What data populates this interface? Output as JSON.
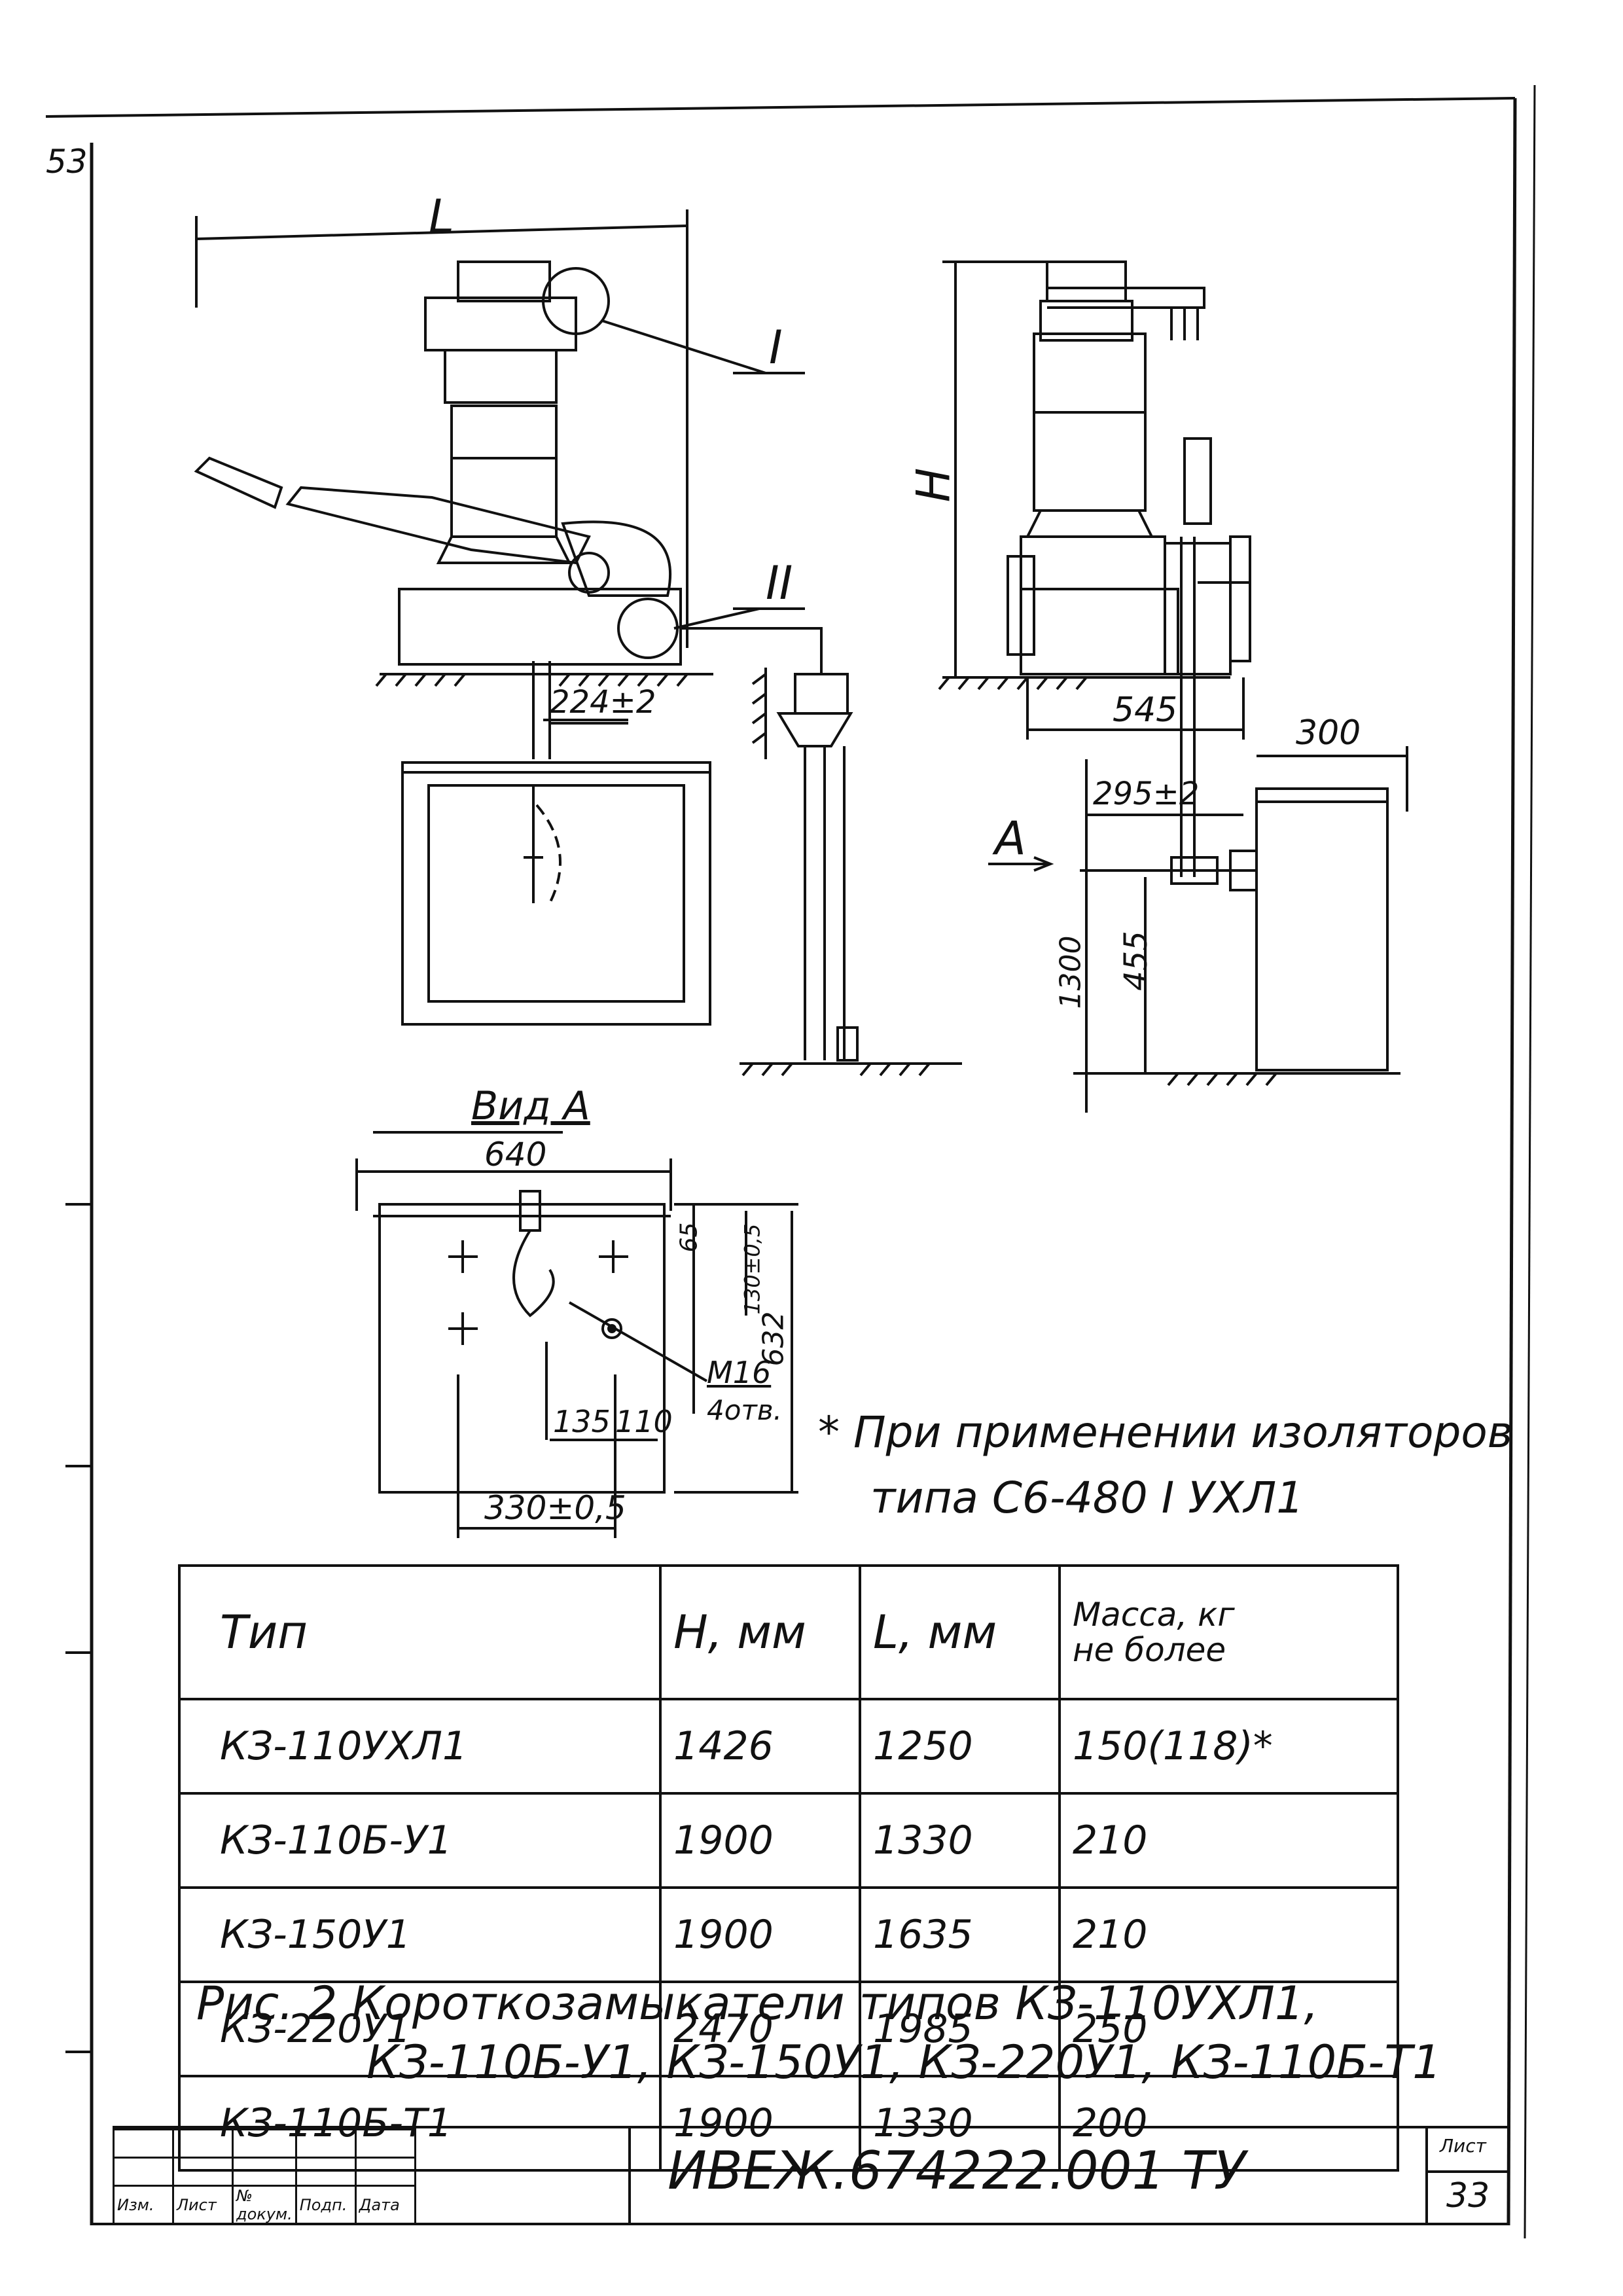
{
  "page_number": "53",
  "drawing_labels": {
    "L": "L",
    "H": "H",
    "detail1": "I",
    "detail2": "II",
    "dim_224": "224±2",
    "dim_545": "545",
    "dim_300": "300",
    "dim_295": "295±2",
    "arrow_a": "A",
    "dim_455": "455",
    "dim_1300": "1300",
    "view_a_title": "Вид А",
    "dim_640": "640",
    "dim_65": "65",
    "dim_130": "130±0,5",
    "dim_632": "632",
    "bolt": "М16",
    "bolt_count": "4отв.",
    "dim_135": "135",
    "dim_110": "110",
    "dim_330": "330±0,5"
  },
  "note": {
    "line1": "* При применении изоляторов",
    "line2": "типа С6-480 I УХЛ1"
  },
  "table": {
    "headers": {
      "type": "Тип",
      "h": "H, мм",
      "l": "L, мм",
      "mass_line1": "Масса, кг",
      "mass_line2": "не более"
    },
    "rows": [
      {
        "type": "КЗ-110УХЛ1",
        "h": "1426",
        "l": "1250",
        "mass": "150(118)*"
      },
      {
        "type": "КЗ-110Б-У1",
        "h": "1900",
        "l": "1330",
        "mass": "210"
      },
      {
        "type": "КЗ-150У1",
        "h": "1900",
        "l": "1635",
        "mass": "210"
      },
      {
        "type": "КЗ-220У1",
        "h": "2470",
        "l": "1985",
        "mass": "250"
      },
      {
        "type": "КЗ-110Б-Т1",
        "h": "1900",
        "l": "1330",
        "mass": "200"
      }
    ]
  },
  "caption": {
    "line1": "Рис. 2 Короткозамыкатели типов КЗ-110УХЛ1,",
    "line2": "КЗ-110Б-У1, КЗ-150У1, КЗ-220У1, КЗ-110Б-Т1"
  },
  "title_block": {
    "doc_code": "ИВЕЖ.674222.001 ТУ",
    "sheet_label": "Лист",
    "sheet_number": "33",
    "col_izm": "Изм.",
    "col_list": "Лист",
    "col_doc": "№ докум.",
    "col_podp": "Подп.",
    "col_data": "Дата"
  }
}
